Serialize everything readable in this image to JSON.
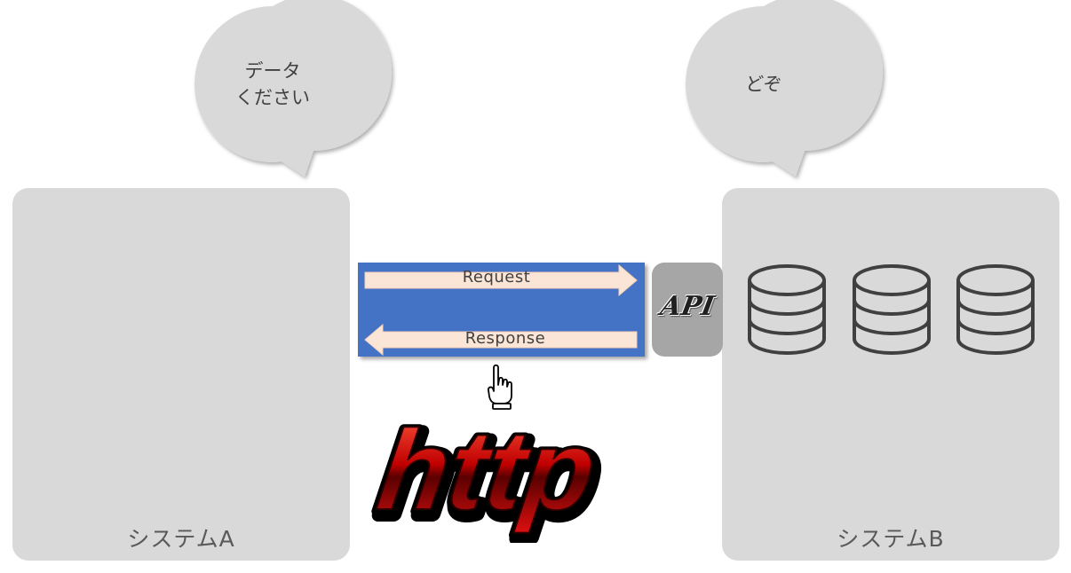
{
  "system_a": {
    "label": "システムA"
  },
  "system_b": {
    "label": "システムB"
  },
  "bubble_a": {
    "text": "データ\nください"
  },
  "bubble_b": {
    "text": "どぞ"
  },
  "request_label": "Request",
  "response_label": "Response",
  "api_label": "API",
  "http_label": "http",
  "icons": [
    "database-icon",
    "database-icon",
    "database-icon",
    "pointing-hand-icon"
  ],
  "colors": {
    "system_bg": "#d9d9d9",
    "bubble_bg": "#d9d9d9",
    "panel_blue": "#4472c4",
    "arrow_fill": "#fbe5d6",
    "api_bg": "#a6a6a6",
    "http_red": "#c00000"
  }
}
